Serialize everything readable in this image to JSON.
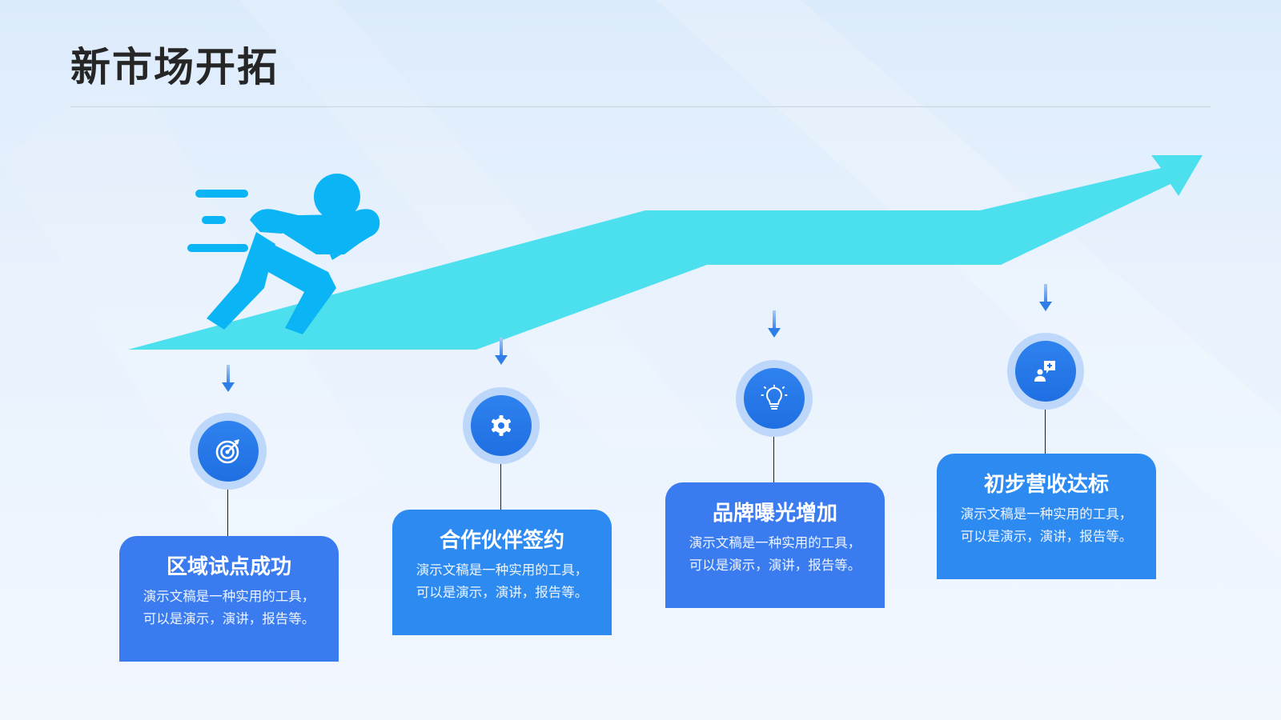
{
  "page": {
    "title": "新市场开拓"
  },
  "steps": [
    {
      "title": "区域试点成功",
      "desc": "演示文稿是一种实用的工具，可以是演示，演讲，报告等。",
      "icon": "target-icon"
    },
    {
      "title": "合作伙伴签约",
      "desc": "演示文稿是一种实用的工具，可以是演示，演讲，报告等。",
      "icon": "gear-icon"
    },
    {
      "title": "品牌曝光增加",
      "desc": "演示文稿是一种实用的工具，可以是演示，演讲，报告等。",
      "icon": "lightbulb-icon"
    },
    {
      "title": "初步营收达标",
      "desc": "演示文稿是一种实用的工具，可以是演示，演讲，报告等。",
      "icon": "presenter-icon"
    }
  ],
  "colors": {
    "growth_arrow": "#4ce0ee",
    "runner": "#0bb4f5",
    "icon_circle": "#1f6fe2",
    "card_blue": "#3a7bef",
    "card_light_blue": "#2d8af0",
    "title_text": "#262626"
  }
}
